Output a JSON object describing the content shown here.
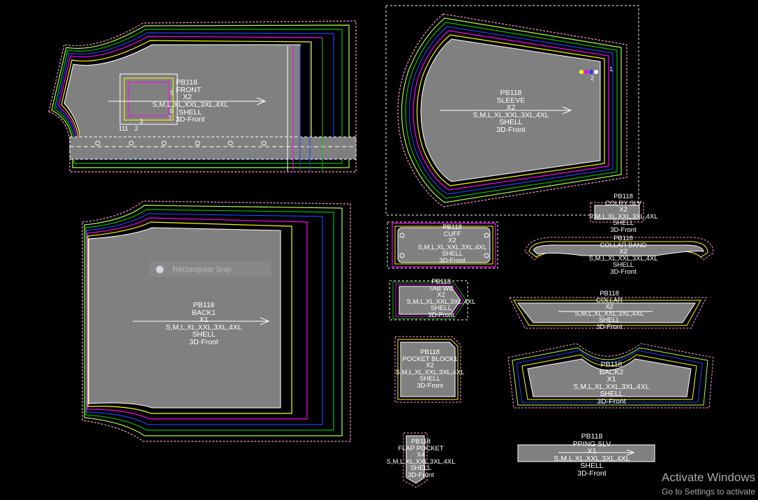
{
  "app": {
    "title": "Pattern marker workspace"
  },
  "colors": {
    "background": "#000000",
    "piece_fill": "#808080",
    "outline_white": "#ffffff",
    "outline_yellow": "#ffff00",
    "outline_magenta": "#ff00ff",
    "outline_blue": "#2040ff",
    "outline_green": "#00c000",
    "outline_pink": "#ff9ad0",
    "outline_lime": "#b0ff40"
  },
  "pieces": [
    {
      "id": "front",
      "lines": [
        "PB118",
        "FRONT",
        "X2",
        "S,M,L,XL,XXL,3XL,4XL",
        "SHELL",
        "3D-Front"
      ]
    },
    {
      "id": "sleeve",
      "lines": [
        "PB118",
        "SLEEVE",
        "X2",
        "S,M,L,XL,XXL,3XL,4XL",
        "SHELL",
        "3D-Front"
      ]
    },
    {
      "id": "back1",
      "lines": [
        "PB118",
        "BACK1",
        "X1",
        "S,M,L,XL,XXL,3XL,4XL",
        "SHELL",
        "3D-Front"
      ]
    },
    {
      "id": "cuff",
      "lines": [
        "PB118",
        "CUFF",
        "X2",
        "S,M,L,XL,XXL,3XL,4XL",
        "SHELL",
        "3D-Front"
      ]
    },
    {
      "id": "tab_wb",
      "lines": [
        "PB118",
        "TAB WB",
        "X2",
        "S,M,L,XL,XXL,3XL,4XL",
        "SHELL",
        "3D-Front"
      ]
    },
    {
      "id": "pocket_block1",
      "lines": [
        "PB118",
        "POCKET BLOCK1",
        "X2",
        "S,M,L,XL,XXL,3XL,4XL",
        "SHELL",
        "3D-Front"
      ]
    },
    {
      "id": "flap_pocket",
      "lines": [
        "PB118",
        "FLAP POCKET",
        "X4",
        "S,M,L,XL,XXL,3XL,4XL",
        "SHELL",
        "3D-Front"
      ]
    },
    {
      "id": "colr_slv",
      "lines": [
        "PB118",
        "COLRY SLV",
        "X2",
        "S,M,L,XL,XXL,3XL,4XL",
        "SHELL",
        "3D-Front"
      ]
    },
    {
      "id": "collar_band",
      "lines": [
        "PB118",
        "COLLAR BAND",
        "X2",
        "S,M,L,XL,XXL,3XL,4XL",
        "SHELL",
        "3D-Front"
      ]
    },
    {
      "id": "collar",
      "lines": [
        "PB118",
        "COLLAR",
        "X2",
        "S,M,L,XL,XXL,3XL,4XL",
        "SHELL",
        "3D-Front"
      ]
    },
    {
      "id": "back2",
      "lines": [
        "PB118",
        "BACK2",
        "X1",
        "S,M,L,XL,XXL,3XL,4XL",
        "SHELL",
        "3D-Front"
      ]
    },
    {
      "id": "piping_slv",
      "lines": [
        "PB118",
        "PPING SLV",
        "X1",
        "S,M,L,XL,XXL,3XL,4XL",
        "SHELL",
        "3D-Front"
      ]
    }
  ],
  "front_marks": {
    "a": "5",
    "b": "5",
    "c": "6",
    "d": "7",
    "e": "111",
    "f": "2",
    "g": "3"
  },
  "sleeve_marks": {
    "a": "1",
    "b": "2"
  },
  "snip_tool": {
    "label": "Rectangular Snip"
  },
  "watermark": {
    "line1": "Activate Windows",
    "line2": "Go to Settings to activate Windows."
  }
}
